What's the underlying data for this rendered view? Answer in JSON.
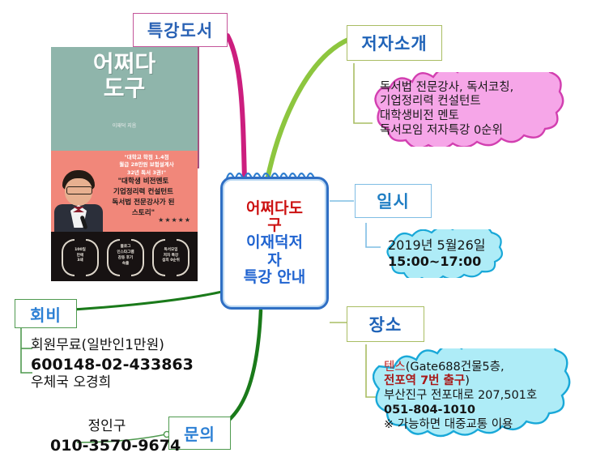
{
  "title": "어쩌다도구 이재덕저자 특강 안내 마인드맵",
  "center": {
    "line1": "어쩌다도",
    "line2": "구",
    "line3": "이재덕저",
    "line4": "자",
    "line5": "특강 안내"
  },
  "branches": {
    "book_label": "특강도서",
    "author_label": "저자소개",
    "date_label": "일시",
    "place_label": "장소",
    "fee_label": "회비",
    "contact_label": "문의"
  },
  "author_intro": {
    "line1": "독서법 전문강사, 독서코칭,",
    "line2": "기업정리력 컨설턴트",
    "line3": "대학생비전 멘토",
    "line4": "독서모임 저자특강 0순위"
  },
  "date_info": {
    "line1": "2019년 5월26일",
    "line2": "15:00~17:00"
  },
  "place_info": {
    "line1_a": "텐스",
    "line1_b": "(Gate688건물5층,",
    "line2": "전포역 7번 출구",
    "line2_close": ")",
    "line3": "부산진구 전포대로 207,501호",
    "line4": "051-804-1010",
    "line5": "※ 가능하면 대중교통 이용"
  },
  "fee_info": {
    "line1": "회원무료(일반인1만원)",
    "line2": "600148-02-433863",
    "line3": "우체국 오경희"
  },
  "contact_info": {
    "name": "정인구",
    "phone": "010-3570-9674"
  },
  "book_cover": {
    "title_line1": "어쩌다",
    "title_line2": "도구",
    "author_credit": "이재덕 지음",
    "small_quote_line1": "\"대학교 학점 1.4점",
    "small_quote_line2": "월급 28만원 보험설계사",
    "small_quote_line3": "32년 독서 3권!\"",
    "big_quote_line1": "\"대학생 비전멘토",
    "big_quote_line2": "기업정리력 컨설턴트",
    "big_quote_line3": "독서법 전문강사가 된",
    "big_quote_line4": "스토리\"",
    "stars": "★★★★★",
    "badge1_line1": "100일",
    "badge1_line2": "만에",
    "badge1_line3": "3쇄",
    "badge2_line1": "블로그",
    "badge2_line2": "인스타그램",
    "badge2_line3": "감동 후기",
    "badge2_line4": "속출",
    "badge3_line1": "독서모임",
    "badge3_line2": "저자 특강",
    "badge3_line3": "섭외 0순위"
  },
  "colors": {
    "magenta": "#cc1e7e",
    "green_branch": "#8dc63f",
    "dark_green": "#1a7a1a",
    "blue_node": "#2f6fc4",
    "cloud_pink": "#f6a6e8",
    "cloud_pink_border": "#d23fb0",
    "cloud_cyan": "#aeecf7",
    "cloud_cyan_border": "#19a8d8",
    "olive_border": "#a9bd63",
    "light_blue_border": "#7fbde4",
    "red_text": "#cc1111"
  }
}
